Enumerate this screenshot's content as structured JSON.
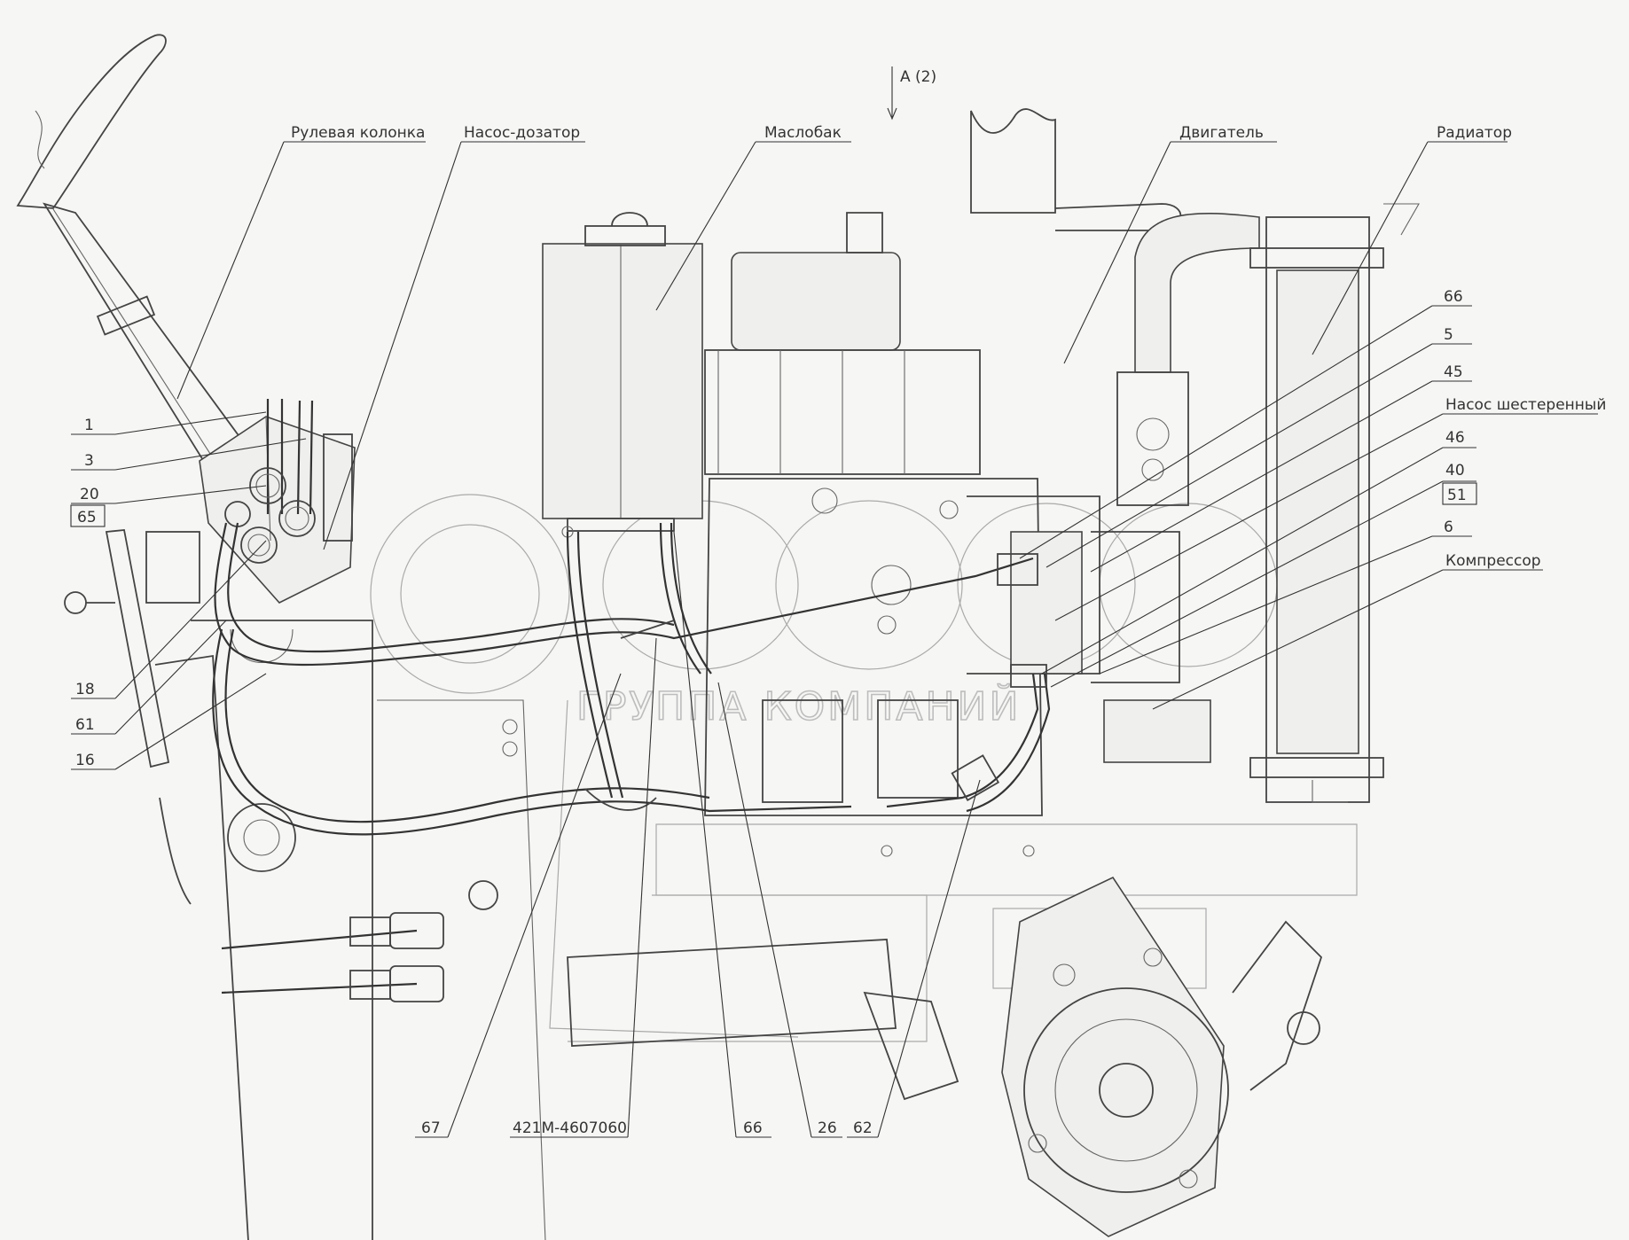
{
  "view_marker": "А (2)",
  "top_labels": {
    "steering_column": "Рулевая колонка",
    "metering_pump": "Насос-дозатор",
    "oil_tank": "Маслобак",
    "engine": "Двигатель",
    "radiator": "Радиатор"
  },
  "right_labels": {
    "n66": "66",
    "n5": "5",
    "n45": "45",
    "gear_pump": "Насос шестеренный",
    "n46": "46",
    "n40": "40",
    "n51": "51",
    "n6": "6",
    "compressor": "Компрессор"
  },
  "left_labels": {
    "n1": "1",
    "n3": "3",
    "n20": "20",
    "n65": "65",
    "n18": "18",
    "n61": "61",
    "n16": "16"
  },
  "bottom_labels": {
    "n67": "67",
    "part_no": "421М-4607060",
    "n66b": "66",
    "n26": "26",
    "n62": "62"
  },
  "watermark": {
    "text": "ГРУППА КОМПАНИЙ"
  },
  "colors": {
    "line": "#333333",
    "background": "#f6f6f4",
    "watermark": "#bdbdbd"
  }
}
